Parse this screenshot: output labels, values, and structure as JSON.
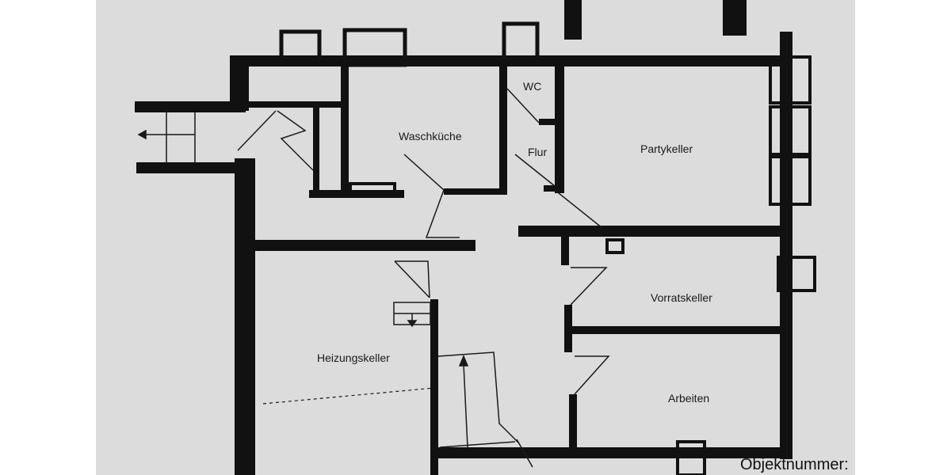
{
  "drawing": {
    "rooms": {
      "waschkueche": "Waschküche",
      "wc": "WC",
      "flur": "Flur",
      "partykeller": "Partykeller",
      "vorratskeller": "Vorratskeller",
      "heizungskeller": "Heizungskeller",
      "arbeiten": "Arbeiten"
    },
    "footer_label": "Objektnummer:"
  },
  "colors": {
    "paper": "#dcdcdc",
    "wall": "#111111",
    "line": "#1a1a1a"
  }
}
